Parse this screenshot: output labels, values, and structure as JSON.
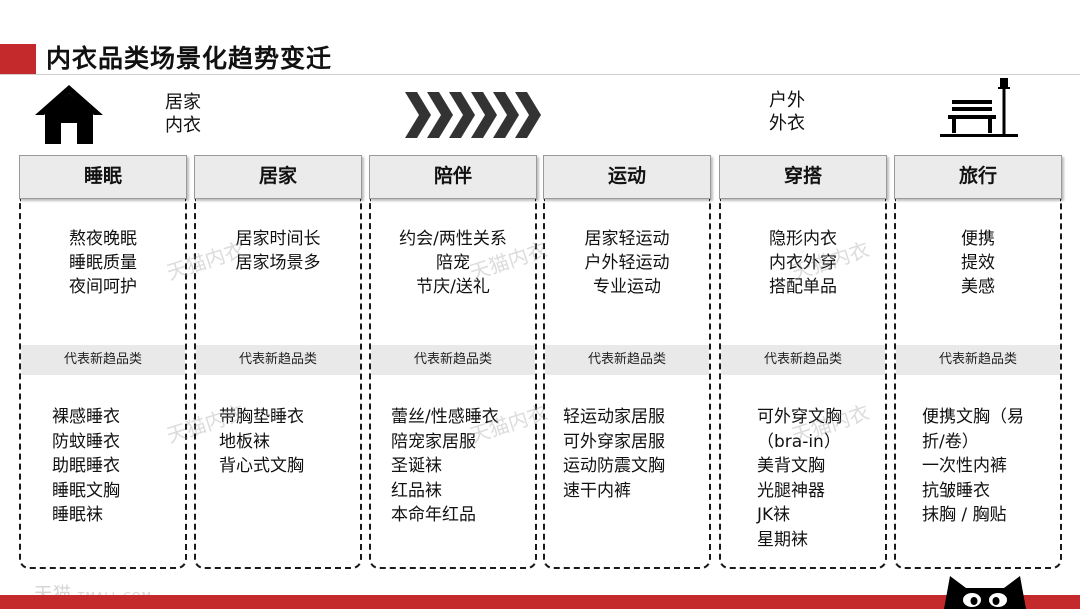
{
  "title": "内衣品类场景化趋势变迁",
  "header": {
    "left_label": [
      "居家",
      "内衣"
    ],
    "right_label": [
      "户外",
      "外衣"
    ],
    "icons": [
      "house-icon",
      "chevron-arrows-icon",
      "park-bench-icon"
    ]
  },
  "band_label": "代表新趋品类",
  "columns": [
    {
      "title": "睡眠",
      "features": [
        "熬夜晚眠",
        "睡眠质量",
        "夜间呵护"
      ],
      "products": [
        "裸感睡衣",
        "防蚊睡衣",
        "助眠睡衣",
        "睡眠文胸",
        "睡眠袜"
      ]
    },
    {
      "title": "居家",
      "features": [
        "居家时间长",
        "居家场景多"
      ],
      "products": [
        "带胸垫睡衣",
        "地板袜",
        "背心式文胸"
      ]
    },
    {
      "title": "陪伴",
      "features": [
        "约会/两性关系",
        "陪宠",
        "节庆/送礼"
      ],
      "products": [
        "蕾丝/性感睡衣",
        "陪宠家居服",
        "圣诞袜",
        "红品袜",
        "本命年红品"
      ]
    },
    {
      "title": "运动",
      "features": [
        "居家轻运动",
        "户外轻运动",
        "专业运动"
      ],
      "products": [
        "轻运动家居服",
        "可外穿家居服",
        "运动防震文胸",
        "速干内裤"
      ]
    },
    {
      "title": "穿搭",
      "features": [
        "隐形内衣",
        "内衣外穿",
        "搭配单品"
      ],
      "products": [
        "可外穿文胸",
        "（bra-in）",
        "美背文胸",
        "光腿神器",
        "JK袜",
        "星期袜"
      ]
    },
    {
      "title": "旅行",
      "features": [
        "便携",
        "提效",
        "美感"
      ],
      "products": [
        "便携文胸（易",
        "折/卷）",
        "一次性内裤",
        "抗皱睡衣",
        "抹胸 / 胸贴"
      ]
    }
  ],
  "watermark": "天猫内衣",
  "brand": {
    "cn": "天猫",
    "en": "TMALL.COM"
  },
  "colors": {
    "accent": "#c4292b",
    "header_bg": "#ebebeb",
    "band_bg": "#e9e9e9"
  }
}
